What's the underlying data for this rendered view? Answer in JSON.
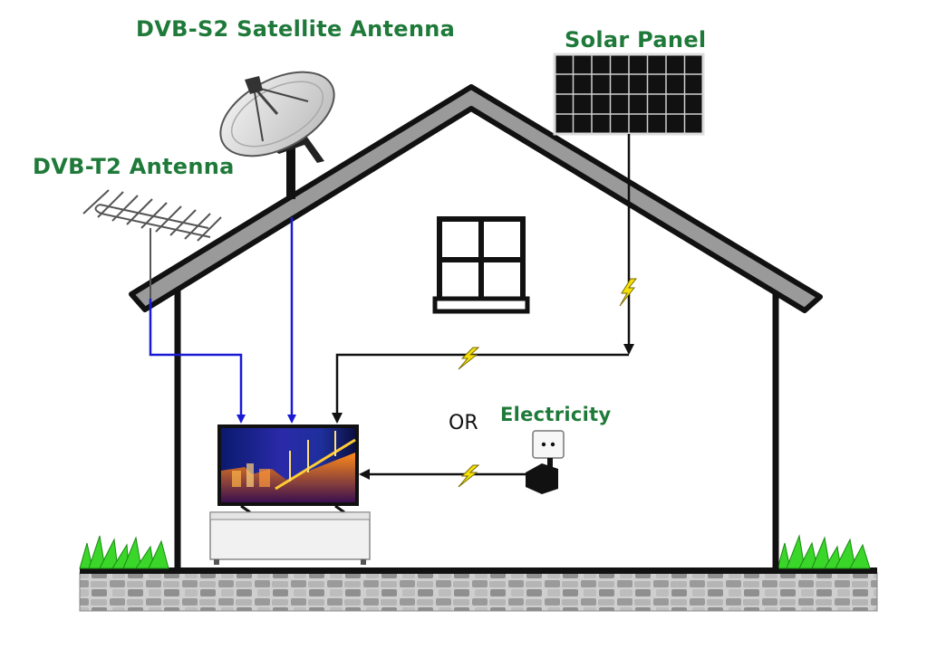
{
  "labels": {
    "satellite": "DVB-S2  Satellite Antenna",
    "terrestrial": "DVB-T2 Antenna",
    "solar": "Solar Panel",
    "electricity": "Electricity",
    "or": "OR"
  },
  "colors": {
    "label_green": "#1f7a3a",
    "antenna_wire": "#1a1ad6",
    "power_wire": "#111111",
    "bolt": "#f5e20a",
    "grass": "#3bd62a"
  },
  "icons": {
    "dish": "satellite-dish-icon",
    "yagi": "yagi-antenna-icon",
    "panel": "solar-panel-icon",
    "socket": "wall-socket-icon",
    "adapter": "power-adapter-icon",
    "tv": "tv-icon",
    "bolt": "lightning-bolt-icon"
  }
}
